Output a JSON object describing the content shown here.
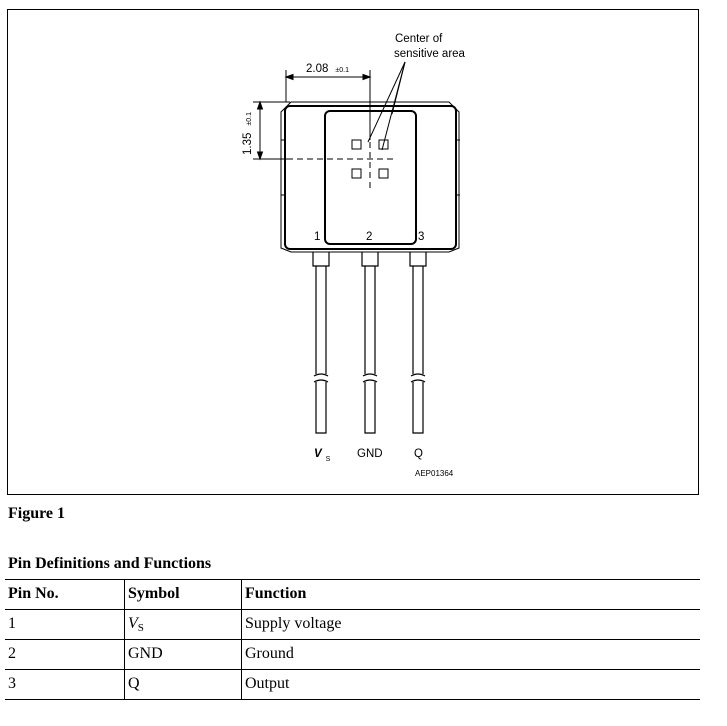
{
  "figure": {
    "annotation_line1": "Center of",
    "annotation_line2": "sensitive area",
    "dim_horizontal": "2.08",
    "dim_horizontal_tol": "±0.1",
    "dim_vertical": "1.35",
    "dim_vertical_tol": "±0.1",
    "pin_numbers": [
      "1",
      "2",
      "3"
    ],
    "pin_labels": {
      "vs_main": "V",
      "vs_sub": "S",
      "gnd": "GND",
      "q": "Q"
    },
    "drawing_code": "AEP01364",
    "caption": "Figure 1"
  },
  "table": {
    "title": "Pin Definitions and Functions",
    "headers": {
      "pin": "Pin No.",
      "symbol": "Symbol",
      "function": "Function"
    },
    "rows": [
      {
        "pin": "1",
        "symbol_main": "V",
        "symbol_sub": "S",
        "function": "Supply voltage"
      },
      {
        "pin": "2",
        "symbol": "GND",
        "function": "Ground"
      },
      {
        "pin": "3",
        "symbol": "Q",
        "function": "Output"
      }
    ]
  }
}
